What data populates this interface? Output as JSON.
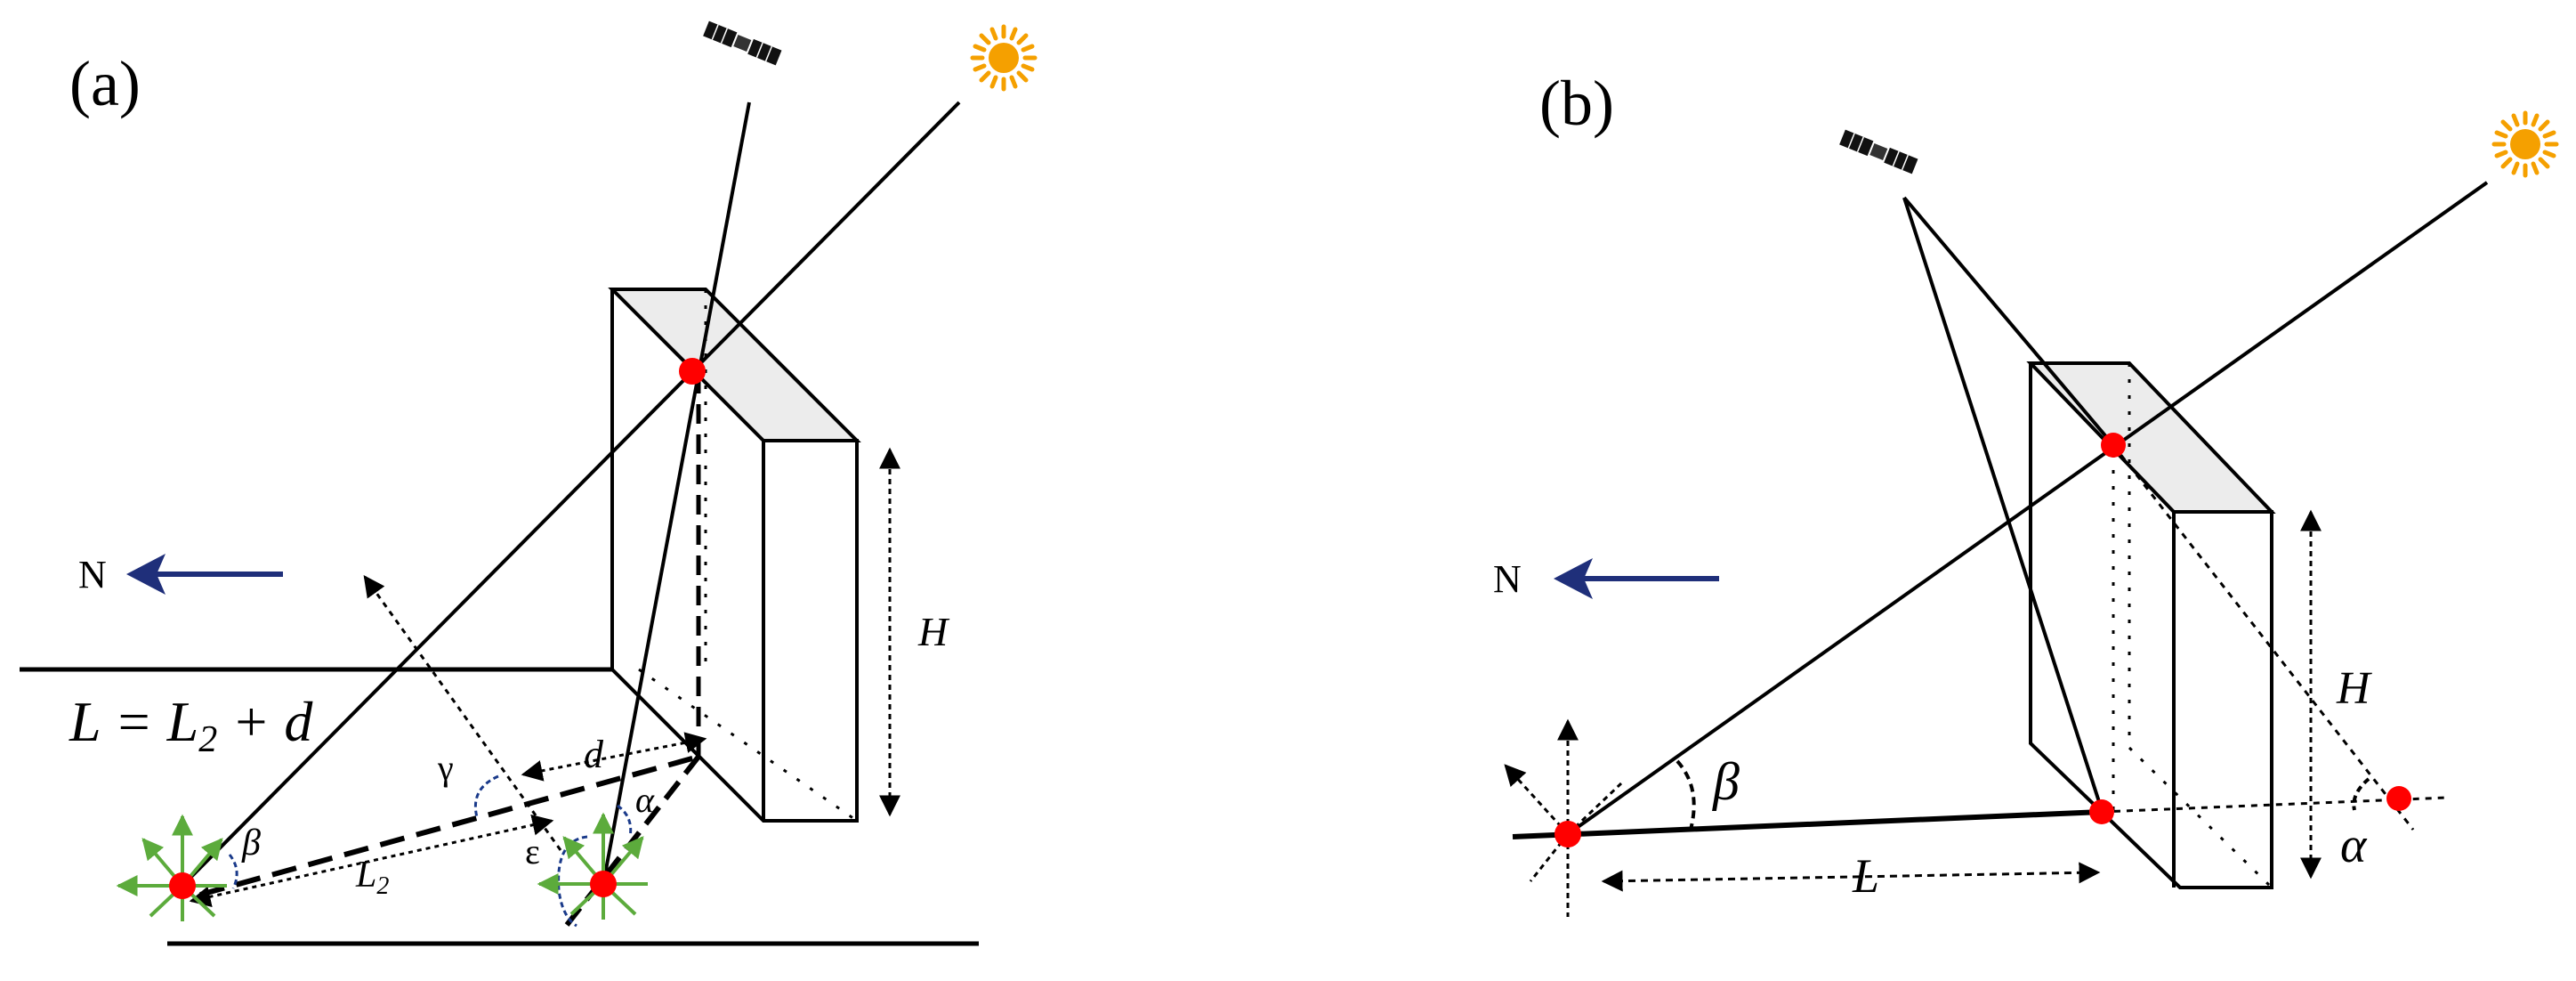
{
  "panel_a": {
    "label": "(a)",
    "north": "N",
    "height_label": "H",
    "equation": {
      "main": "L = L",
      "sub": "2",
      "rest": " + d"
    },
    "distance_d": "d",
    "distance_l2": {
      "main": "L",
      "sub": "2"
    },
    "angles": {
      "beta": "β",
      "gamma": "γ",
      "alpha": "α",
      "epsilon": "ε"
    }
  },
  "panel_b": {
    "label": "(b)",
    "north": "N",
    "height_label": "H",
    "distance_l": "L",
    "angles": {
      "beta": "β",
      "alpha": "α"
    }
  },
  "icons": [
    "satellite-icon",
    "sun-icon"
  ],
  "colors": {
    "point": "#ff0000",
    "north_arrow": "#1f2f7a",
    "compass": "#5cab3c",
    "sun": "#f5a000",
    "roof": "#ececec",
    "angle_arc": "#1a3a8a"
  }
}
